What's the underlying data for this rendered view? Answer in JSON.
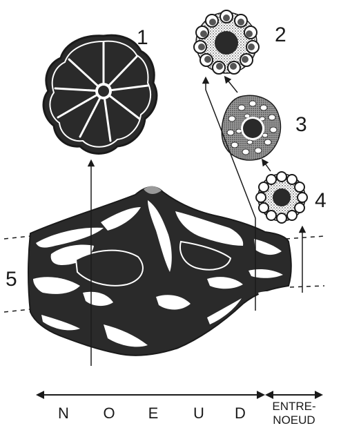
{
  "labels": {
    "n1": "1",
    "n2": "2",
    "n3": "3",
    "n4": "4",
    "n5": "5"
  },
  "axis": {
    "noeud_letters": [
      "N",
      "O",
      "E",
      "U",
      "D"
    ],
    "entre_line1": "ENTRE-",
    "entre_line2": "NOEUD"
  },
  "colors": {
    "ink": "#1a1a1a",
    "dark_fill": "#2b2b2b",
    "stipple": "#7a7a7a",
    "paper": "#ffffff"
  }
}
